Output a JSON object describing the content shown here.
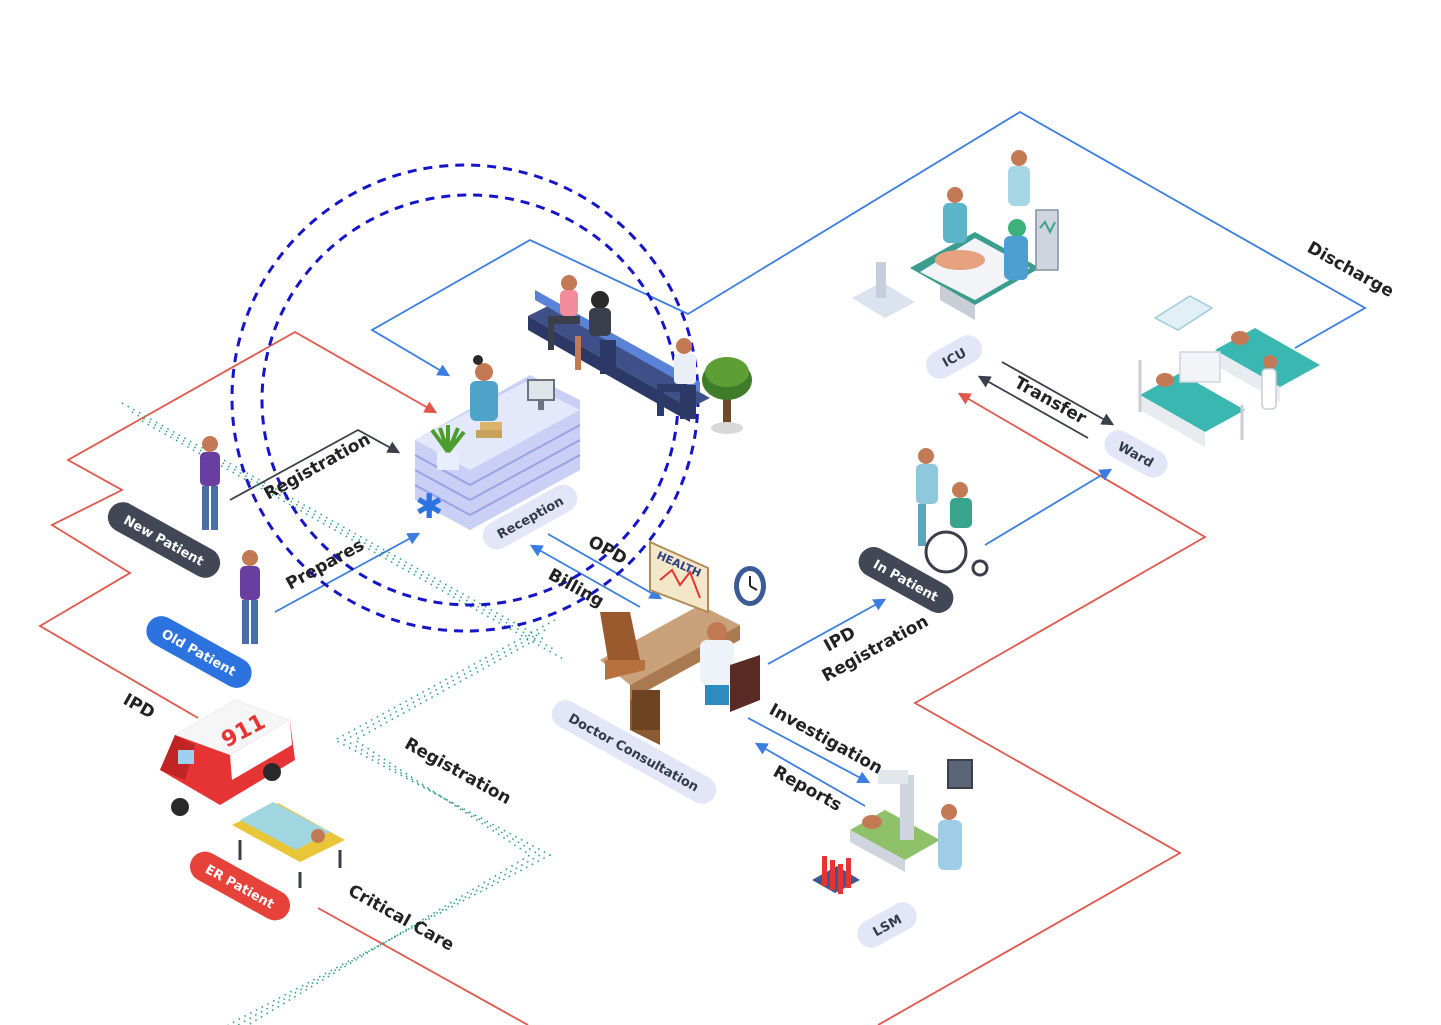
{
  "colors": {
    "blue": "#3b7de0",
    "red": "#e0574b",
    "dark": "#3a3f4b",
    "dashed": "#1414c8",
    "dots": "#2fa37a",
    "pill_light": "#e3e6f6",
    "pill_dark": "#424756",
    "pill_blue": "#2d73e0",
    "pill_red": "#e6423a"
  },
  "nodes": {
    "new_patient": "New Patient",
    "old_patient": "Old Patient",
    "er_patient": "ER Patient",
    "reception": "Reception",
    "doctor_consultation": "Doctor Consultation",
    "in_patient": "In Patient",
    "icu": "ICU",
    "ward": "Ward",
    "lsm": "LSM"
  },
  "edges": {
    "registration": "Registration",
    "prepares": "Prepares",
    "ipd_registration_left": [
      "IPD",
      "Registration"
    ],
    "critical_care": "Critical Care",
    "opd": "OPD",
    "billing": "Billing",
    "ipd_registration_right": [
      "IPD",
      "Registration"
    ],
    "investigation": "Investigation",
    "reports": "Reports",
    "transfer": "Transfer",
    "discharge": "Discharge"
  },
  "props": {
    "ambulance_number": "911",
    "health_board": "HEALTH"
  }
}
